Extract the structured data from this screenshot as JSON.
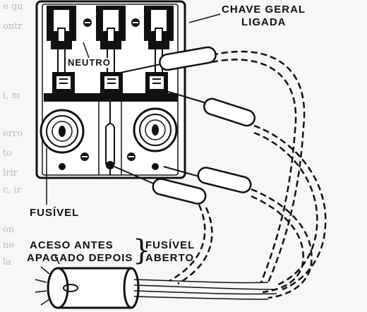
{
  "labels": {
    "chave_geral_line1": "CHAVE GERAL",
    "chave_geral_line2": "LIGADA",
    "neutro": "NEUTRO",
    "fusivel": "FUSÍVEL",
    "aceso_antes": "ACESO ANTES",
    "apagado_depois": "APAGADO DEPOIS",
    "fusivel_aberto_line1": "FUSÍVEL",
    "fusivel_aberto_line2": "ABERTO"
  },
  "brace": "}",
  "bleed_through_text": [
    "e qu",
    "ontr",
    "i, m",
    "erro",
    "to",
    "lrir",
    "c, ir",
    "on",
    "ne",
    "la"
  ],
  "colors": {
    "ink": "#111111",
    "paper": "#f7f7f5",
    "panel": "#ffffff",
    "ghost_text": "#b9b9b5"
  },
  "icons": [
    "screw-terminal-icon",
    "fuse-cartridge-icon",
    "test-probe-icon",
    "lamp-bulb-icon"
  ]
}
